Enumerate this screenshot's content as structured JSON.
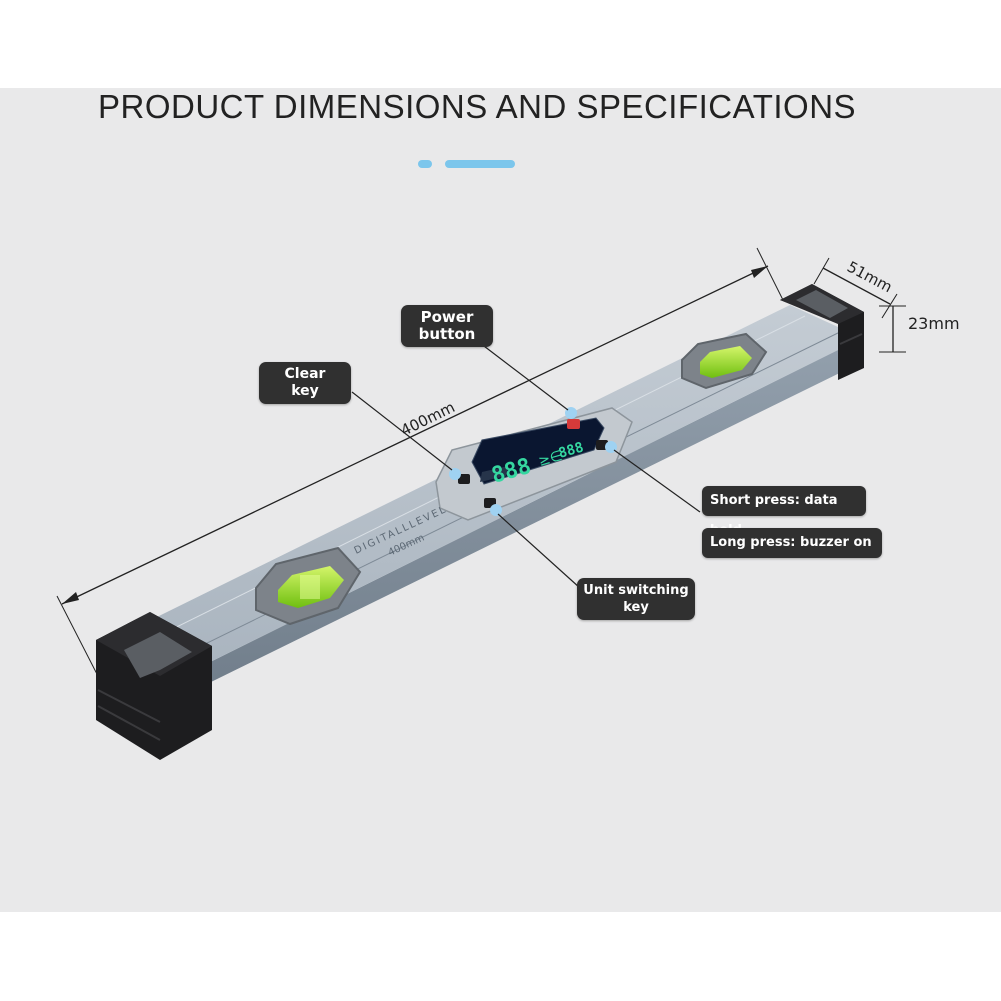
{
  "title": "PRODUCT DIMENSIONS AND SPECIFICATIONS",
  "dimensions": {
    "length": "400mm",
    "width": "51mm",
    "height": "23mm"
  },
  "callouts": {
    "power_button": [
      "Power",
      "button"
    ],
    "clear_key": [
      "Clear",
      "key"
    ],
    "short_press": "Short press: data hold",
    "long_press": "Long press: buzzer on",
    "unit_switching": [
      "Unit switching",
      "key"
    ]
  },
  "product_print": {
    "brand": "DIGITALLLEVEL",
    "size": "400mm",
    "lcd_digits": "888",
    "lcd_symbol": "≥∈",
    "lcd_small": "888"
  },
  "colors": {
    "body": "#9eaab6",
    "end_cap": "#1d1d1f",
    "lcd": "#0a1630",
    "lcd_glyph": "#35d7a0",
    "vial": "#9fe12a",
    "accent": "#7cc6ec",
    "callout_bg": "#303030"
  }
}
